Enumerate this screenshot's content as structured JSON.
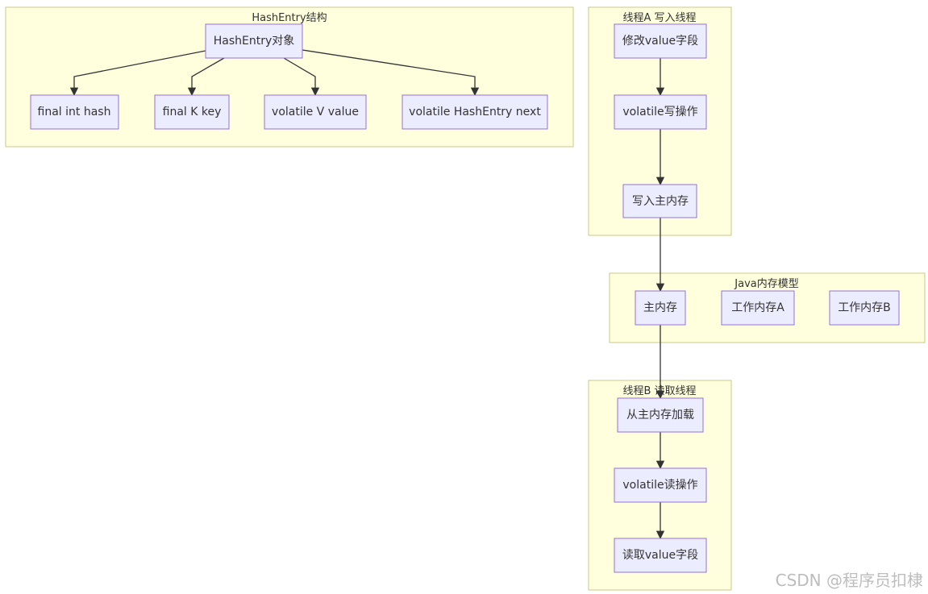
{
  "subgraphs": {
    "hashentry": {
      "title": "HashEntry结构"
    },
    "thread_a": {
      "title": "线程A 写入线程"
    },
    "jmm": {
      "title": "Java内存模型"
    },
    "thread_b": {
      "title": "线程B 读取线程"
    }
  },
  "nodes": {
    "hashentry_object": "HashEntry对象",
    "field_hash": "final int hash",
    "field_key": "final K key",
    "field_value": "volatile V value",
    "field_next": "volatile HashEntry next",
    "modify_value": "修改value字段",
    "volatile_write": "volatile写操作",
    "write_main_memory": "写入主内存",
    "main_memory": "主内存",
    "working_memory_a": "工作内存A",
    "working_memory_b": "工作内存B",
    "load_from_main": "从主内存加载",
    "volatile_read": "volatile读操作",
    "read_value": "读取value字段"
  },
  "watermark": "CSDN @程序员扣棣"
}
